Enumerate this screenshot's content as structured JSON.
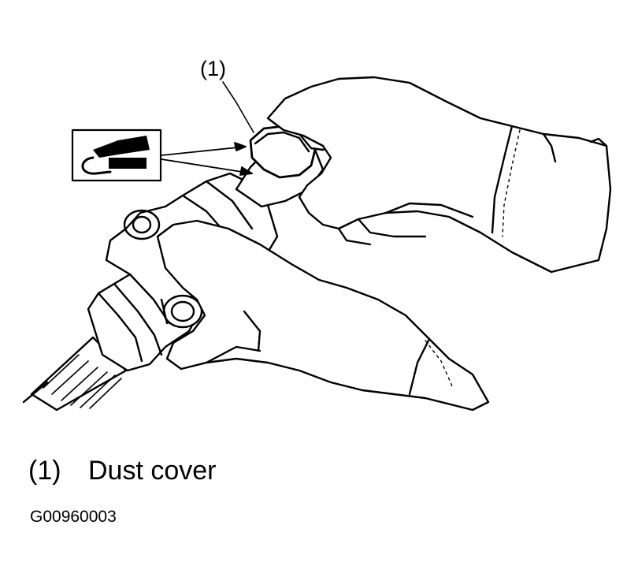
{
  "callout": {
    "number": "(1)"
  },
  "legend": {
    "key": "(1)",
    "text": "Dust cover"
  },
  "figure_id": "G00960003",
  "icons": {
    "grease_symbol": "grease-gun-icon"
  },
  "colors": {
    "line": "#000000",
    "background": "#ffffff"
  }
}
